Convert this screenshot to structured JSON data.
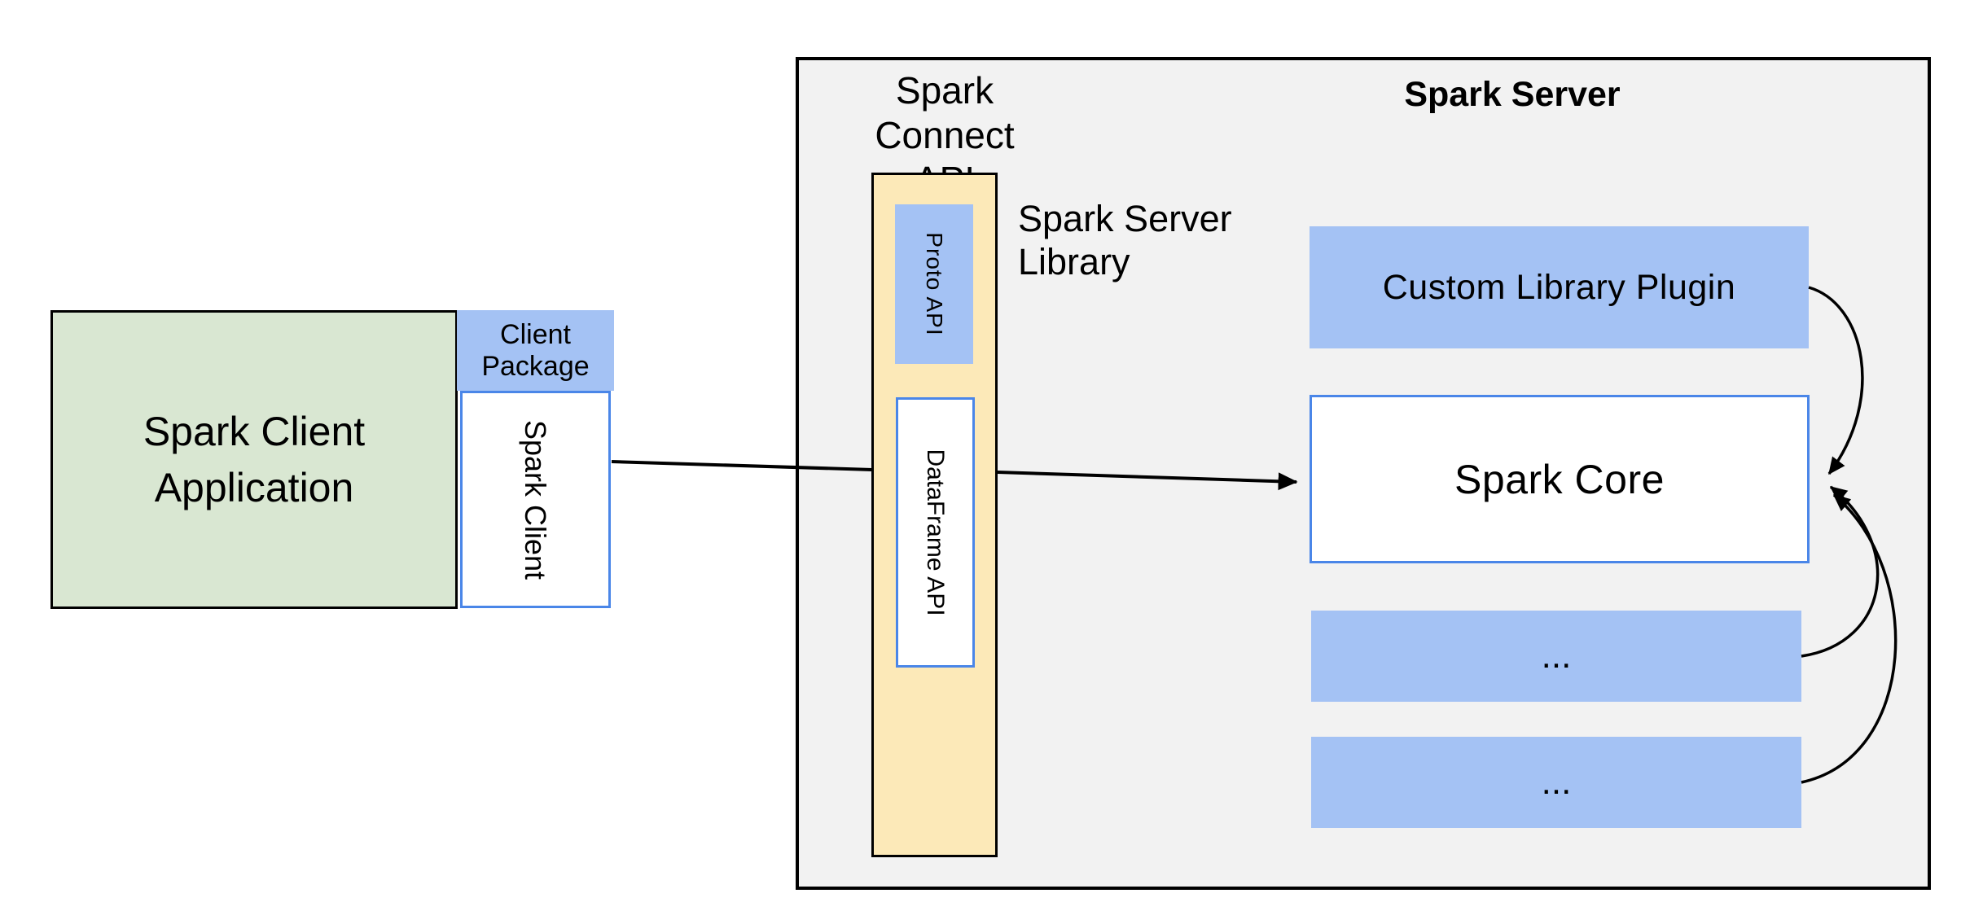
{
  "diagram": {
    "client_app": {
      "line1": "Spark Client",
      "line2": "Application"
    },
    "client_package": {
      "line1": "Client",
      "line2": "Package"
    },
    "spark_client_label": "Spark Client",
    "connect_api": {
      "line1": "Spark Connect",
      "line2": "API"
    },
    "proto_api_label": "Proto API",
    "dataframe_api_label": "DataFrame API",
    "server_library": {
      "line1": "Spark Server",
      "line2": "Library"
    },
    "server_title": "Spark Server",
    "plugin_label": "Custom Library Plugin",
    "core_label": "Spark Core",
    "ellipsis_top": "...",
    "ellipsis_bottom": "..."
  },
  "colors": {
    "green_fill": "#d9e7d2",
    "blue_fill": "#a4c2f4",
    "yellow_fill": "#fce9b8",
    "gray_fill": "#f2f2f2",
    "blue_border": "#4a86e8",
    "line": "#000000"
  }
}
